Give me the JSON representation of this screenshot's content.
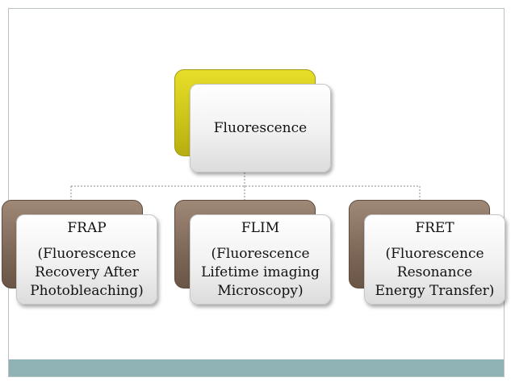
{
  "root": {
    "label": "Fluorescence"
  },
  "children": [
    {
      "title": "FRAP",
      "lines": [
        "(Fluorescence",
        "Recovery After",
        "Photobleaching)"
      ]
    },
    {
      "title": "FLIM",
      "lines": [
        "(Fluorescence",
        "Lifetime imaging",
        "Microscopy)"
      ]
    },
    {
      "title": "FRET",
      "lines": [
        "(Fluorescence",
        "Resonance",
        "Energy Transfer)"
      ]
    }
  ],
  "colors": {
    "root_back": "#cbc318",
    "child_back": "#7d6757",
    "connector": "#8a8a8a",
    "frame_band": "#8fb3b5"
  }
}
